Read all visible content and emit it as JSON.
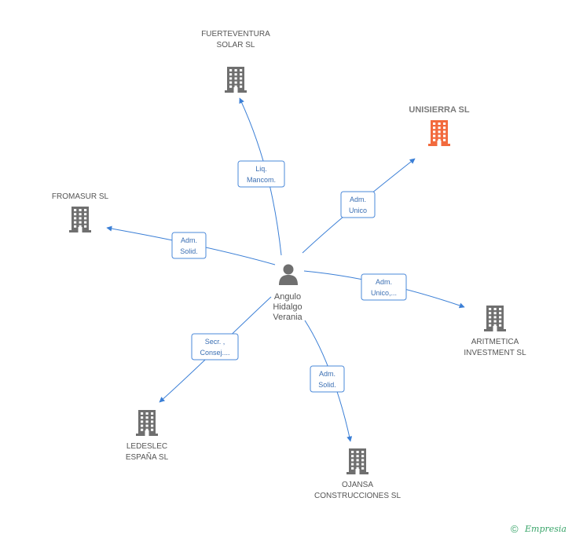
{
  "colors": {
    "edge": "#3b7fd6",
    "building_default": "#6f6f6f",
    "building_highlight": "#f26a3d",
    "brand": "#3aa56a"
  },
  "center": {
    "name_lines": [
      "Angulo",
      "Hidalgo",
      "Verania"
    ],
    "icon": "person-icon"
  },
  "companies": [
    {
      "id": "fuerteventura",
      "lines": [
        "FUERTEVENTURA",
        "SOLAR SL"
      ],
      "highlight": false,
      "icon": "building-icon"
    },
    {
      "id": "unisierra",
      "lines": [
        "UNISIERRA SL"
      ],
      "highlight": true,
      "icon": "building-icon"
    },
    {
      "id": "fromasur",
      "lines": [
        "FROMASUR SL"
      ],
      "highlight": false,
      "icon": "building-icon"
    },
    {
      "id": "aritmetica",
      "lines": [
        "ARITMETICA",
        "INVESTMENT SL"
      ],
      "highlight": false,
      "icon": "building-icon"
    },
    {
      "id": "ledeslec",
      "lines": [
        "LEDESLEC",
        "ESPAÑA SL"
      ],
      "highlight": false,
      "icon": "building-icon"
    },
    {
      "id": "ojansa",
      "lines": [
        "OJANSA",
        "CONSTRUCCIONES SL"
      ],
      "highlight": false,
      "icon": "building-icon"
    }
  ],
  "edges": [
    {
      "to": "fuerteventura",
      "lines": [
        "Liq.",
        "Mancom."
      ]
    },
    {
      "to": "unisierra",
      "lines": [
        "Adm.",
        "Unico"
      ]
    },
    {
      "to": "fromasur",
      "lines": [
        "Adm.",
        "Solid."
      ]
    },
    {
      "to": "aritmetica",
      "lines": [
        "Adm.",
        "Unico,..."
      ]
    },
    {
      "to": "ledeslec",
      "lines": [
        "Secr. ,",
        "Consej...."
      ]
    },
    {
      "to": "ojansa",
      "lines": [
        "Adm.",
        "Solid."
      ]
    }
  ],
  "footer": {
    "copyright_symbol": "©",
    "brand": "Empresia"
  }
}
